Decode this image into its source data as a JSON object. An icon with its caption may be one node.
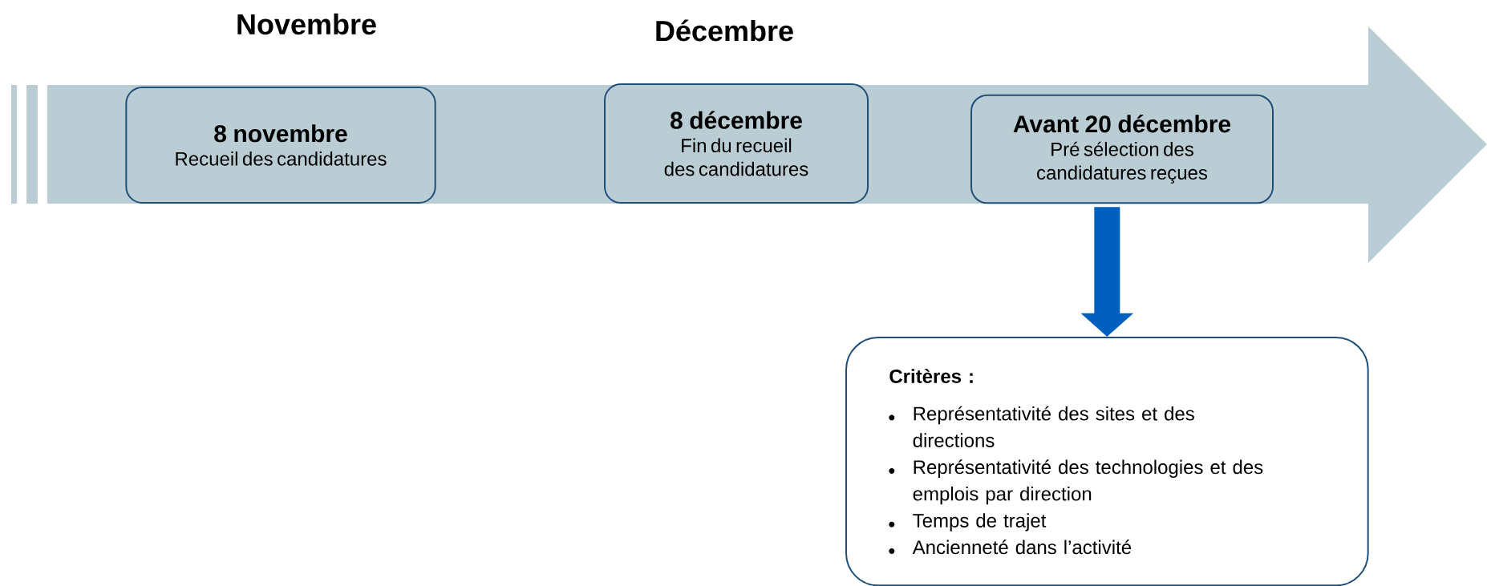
{
  "diagram": {
    "nodes": [
      {
        "text": [
          "8 novembre",
          "Recueil des candidatures"
        ]
      },
      {
        "text": [
          "8 décembre",
          "Fin du recueil des candidatures"
        ]
      },
      {
        "text": [
          "Avant 20 décembre",
          "Pré sélection des candidatures reçues"
        ]
      },
      {
        "text": [
          "Critères :",
          "Représentativité des sites et des directions",
          "Représentativité des technologies et des emplois par direction",
          "Temps de trajet",
          "Ancienneté dans l’activité"
        ]
      }
    ],
    "edges": [
      {
        "from": 2,
        "to": 3,
        "arrow": "to"
      }
    ],
    "labels": [
      "Novembre",
      "Décembre"
    ]
  }
}
